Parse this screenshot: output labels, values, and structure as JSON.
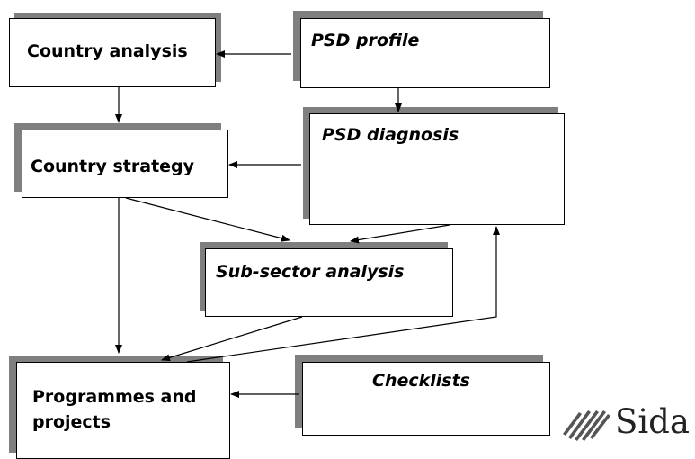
{
  "nodes": {
    "country_analysis": "Country analysis",
    "psd_profile": "PSD profile",
    "country_strategy": "Country strategy",
    "psd_diagnosis": "PSD diagnosis",
    "sub_sector_analysis": "Sub-sector analysis",
    "programmes_projects_line1": "Programmes and",
    "programmes_projects_line2": "projects",
    "checklists": "Checklists"
  },
  "logo": {
    "text": "Sida",
    "mark": "sida-stripes-logo"
  }
}
